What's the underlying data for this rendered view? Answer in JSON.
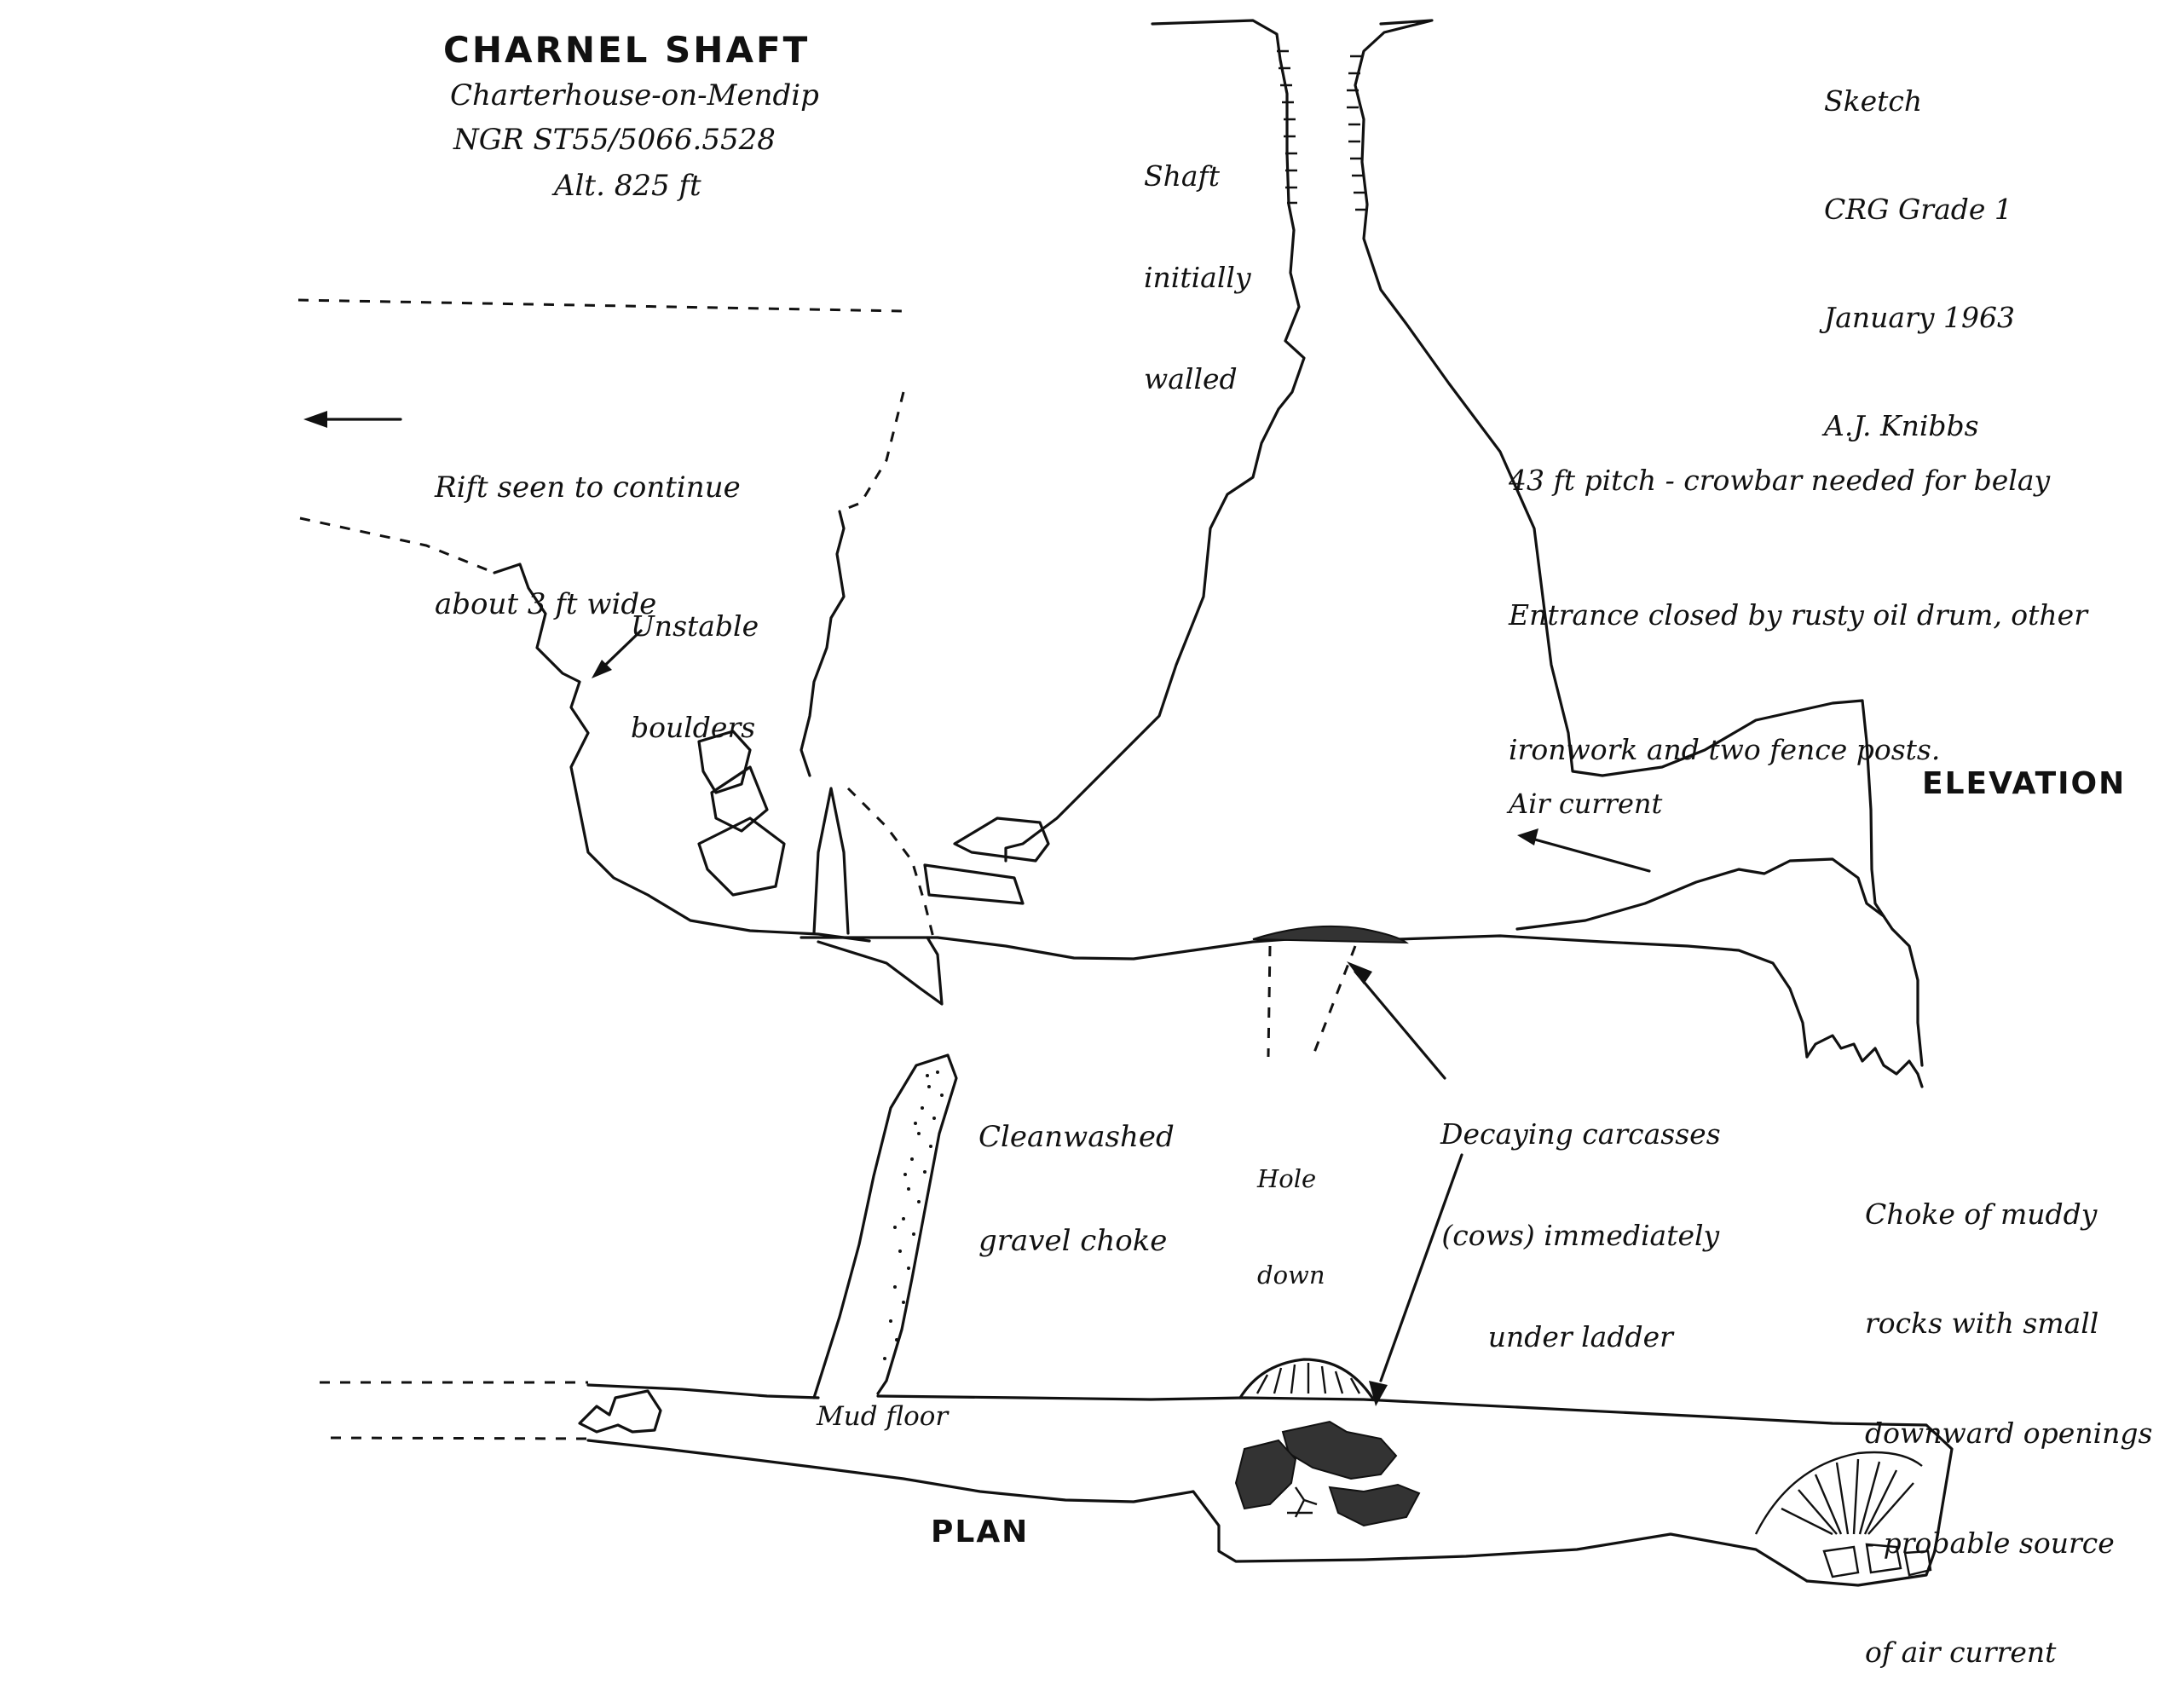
{
  "title": {
    "name": "CHARNEL SHAFT",
    "location": "Charterhouse-on-Mendip",
    "ngr": "NGR ST55/5066.5528",
    "altitude": "Alt. 825 ft"
  },
  "survey_info": [
    "Sketch",
    "CRG Grade 1",
    "January 1963",
    "A.J. Knibbs"
  ],
  "section_labels": {
    "elevation": "ELEVATION",
    "plan": "PLAN"
  },
  "annotations": {
    "shaft_walled": [
      "Shaft",
      "initially",
      "walled"
    ],
    "rift": [
      "Rift seen to continue",
      "about 3 ft wide"
    ],
    "unstable_boulders": [
      "Unstable",
      "boulders"
    ],
    "pitch": [
      "43 ft pitch - crowbar needed for belay",
      "Entrance closed by rusty oil drum, other",
      "ironwork and two fence posts."
    ],
    "air_current": "Air current",
    "gravel_choke": [
      "Cleanwashed",
      "gravel choke"
    ],
    "hole_down": [
      "Hole",
      "down"
    ],
    "carcasses": [
      "Decaying carcasses",
      "(cows) immediately",
      "under ladder"
    ],
    "muddy_choke": [
      "Choke of muddy",
      "rocks with small",
      "downward openings",
      "- probable source",
      "of air current"
    ],
    "mud_floor": "Mud floor"
  }
}
